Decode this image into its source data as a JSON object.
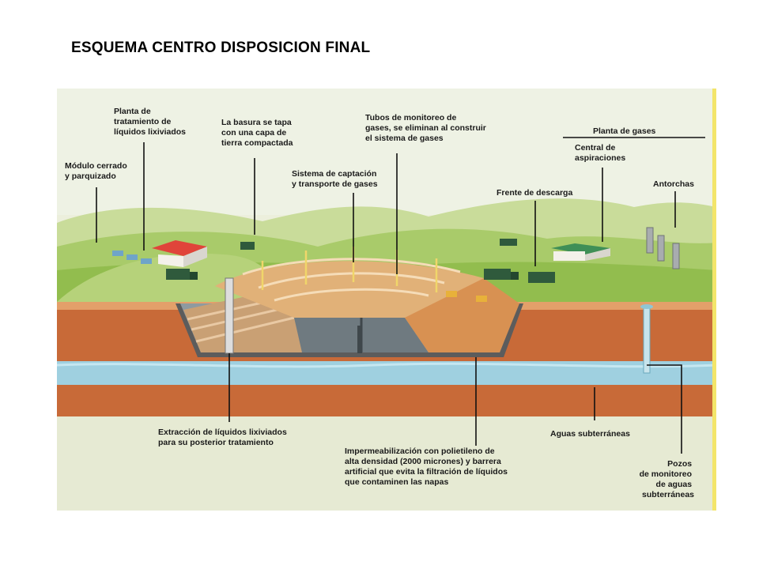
{
  "title": "ESQUEMA CENTRO DISPOSICION FINAL",
  "labels": {
    "planta_tratamiento": [
      "Planta de",
      "tratamiento de",
      "líquidos lixiviados"
    ],
    "modulo_cerrado": [
      "Módulo cerrado",
      "y parquizado"
    ],
    "basura_tapa": [
      "La basura se tapa",
      "con una capa de",
      "tierra compactada"
    ],
    "sistema_captacion": [
      "Sistema de captación",
      "y transporte de gases"
    ],
    "tubos_monitoreo": [
      "Tubos de monitoreo de",
      "gases, se eliminan al construir",
      "el sistema de gases"
    ],
    "planta_gases": "Planta de gases",
    "central_aspiraciones": [
      "Central de",
      "aspiraciones"
    ],
    "antorchas": "Antorchas",
    "frente_descarga": "Frente de descarga",
    "extraccion_lixiviados": [
      "Extracción de líquidos lixiviados",
      "para su posterior tratamiento"
    ],
    "impermeabilizacion": [
      "Impermeabilización con polietileno de",
      "alta densidad (2000 micrones) y barrera",
      "artificial que evita la filtración de líquidos",
      "que contaminen las napas"
    ],
    "aguas_subterraneas": "Aguas subterráneas",
    "pozos_monitoreo": [
      "Pozos",
      "de monitoreo",
      "de aguas",
      "subterráneas"
    ]
  }
}
